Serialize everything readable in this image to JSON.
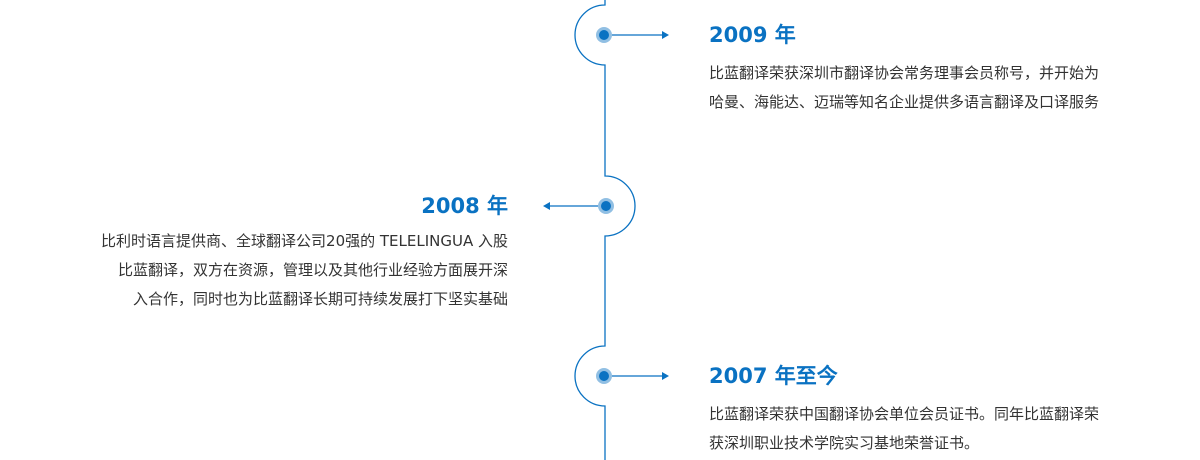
{
  "colors": {
    "accent": "#0a72c2",
    "text": "#333333"
  },
  "timeline": [
    {
      "year": "2009 年",
      "side": "right",
      "lines": [
        "比蓝翻译荣获深圳市翻译协会常务理事会员称号，并开始为",
        "哈曼、海能达、迈瑞等知名企业提供多语言翻译及口译服务"
      ]
    },
    {
      "year": "2008 年",
      "side": "left",
      "lines": [
        "比利时语言提供商、全球翻译公司20强的 TELELINGUA 入股",
        "比蓝翻译，双方在资源，管理以及其他行业经验方面展开深",
        "入合作，同时也为比蓝翻译长期可持续发展打下坚实基础"
      ]
    },
    {
      "year": "2007 年至今",
      "side": "right",
      "lines": [
        "比蓝翻译荣获中国翻译协会单位会员证书。同年比蓝翻译荣",
        "获深圳职业技术学院实习基地荣誉证书。"
      ]
    }
  ]
}
